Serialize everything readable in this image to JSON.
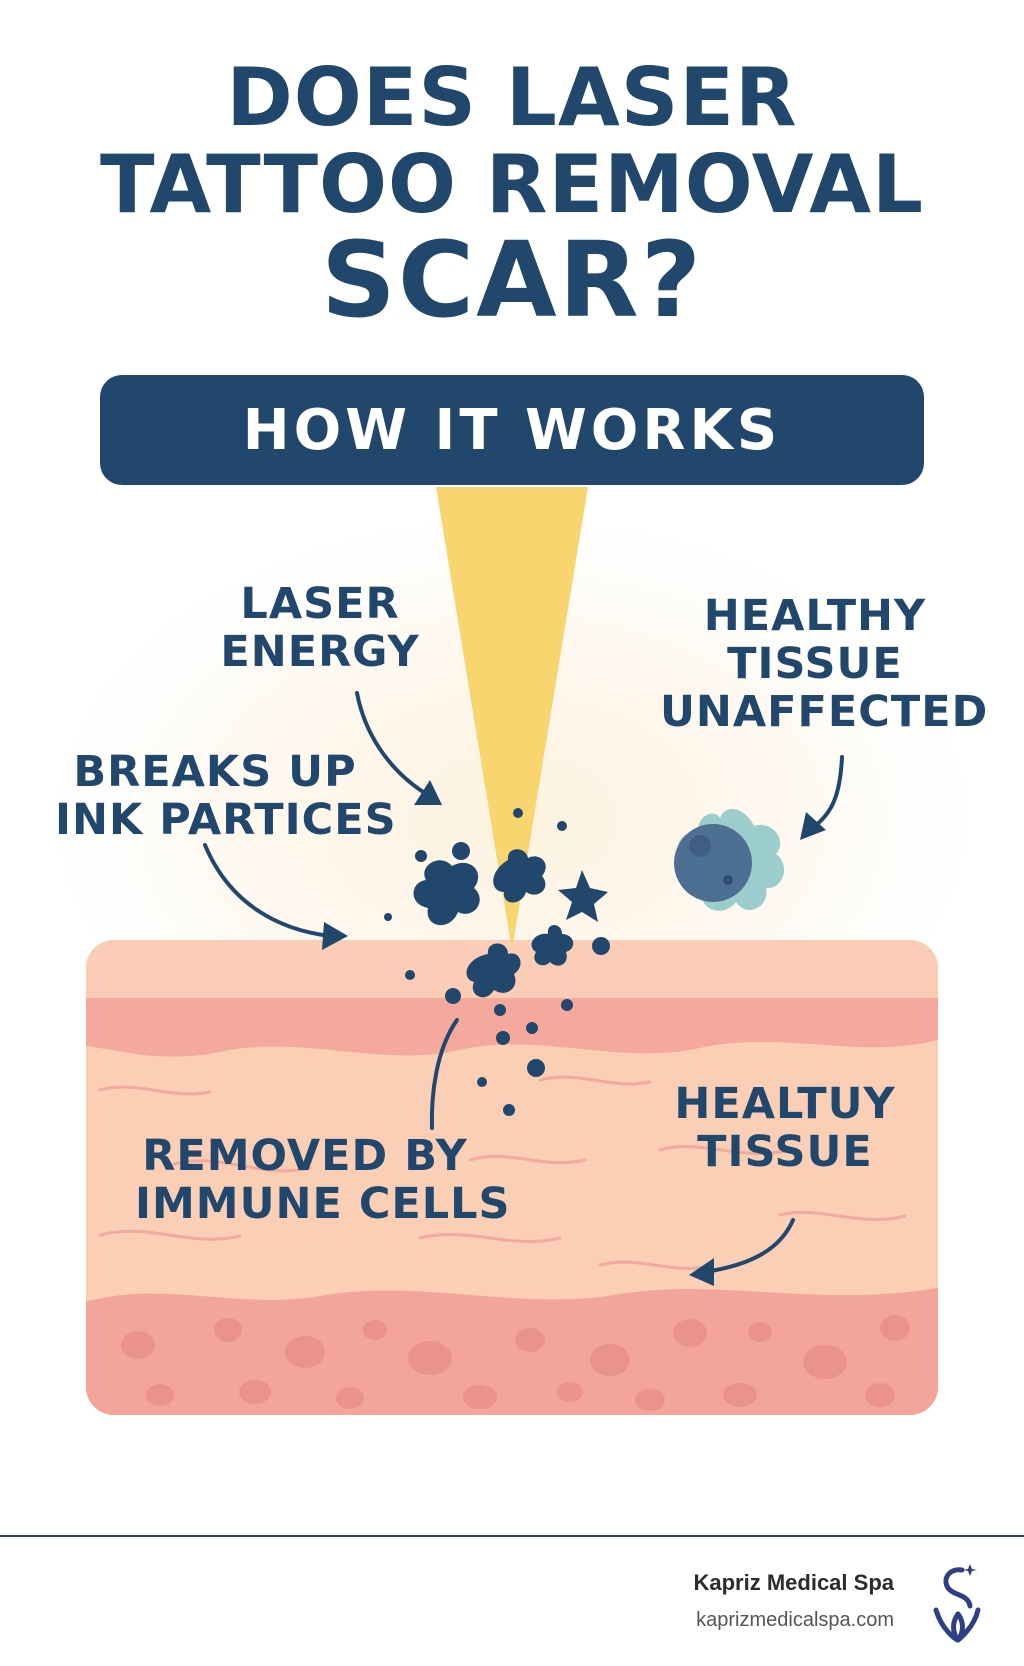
{
  "title": {
    "line1": "DOES LASER",
    "line2": "TATTOO REMOVAL",
    "line3": "SCAR?"
  },
  "banner": {
    "label": "HOW IT WORKS"
  },
  "labels": {
    "laser_energy": [
      "LASER",
      "ENERGY"
    ],
    "healthy_unaffected": [
      "HEALTHY",
      "TISSUE",
      "UNAFFECTED"
    ],
    "breaks_up": [
      "BREAKS UP",
      "INK PARTICES"
    ],
    "removed_by": [
      "REMOVED BY",
      "IMMUNE CELLS"
    ],
    "healtuy_tissue": [
      "HEALTUY",
      "TISSUE"
    ]
  },
  "footer": {
    "brand": "Kapriz Medical Spa",
    "url": "kaprizmedicalspa.com"
  },
  "colors": {
    "navy": "#21476d",
    "laser_yellow": "#f8d56e",
    "skin_top": "#f9bfa6",
    "skin_mid": "#f8c6ae",
    "skin_bottom": "#f1a898",
    "cell_teal": "#9ccdcd"
  }
}
